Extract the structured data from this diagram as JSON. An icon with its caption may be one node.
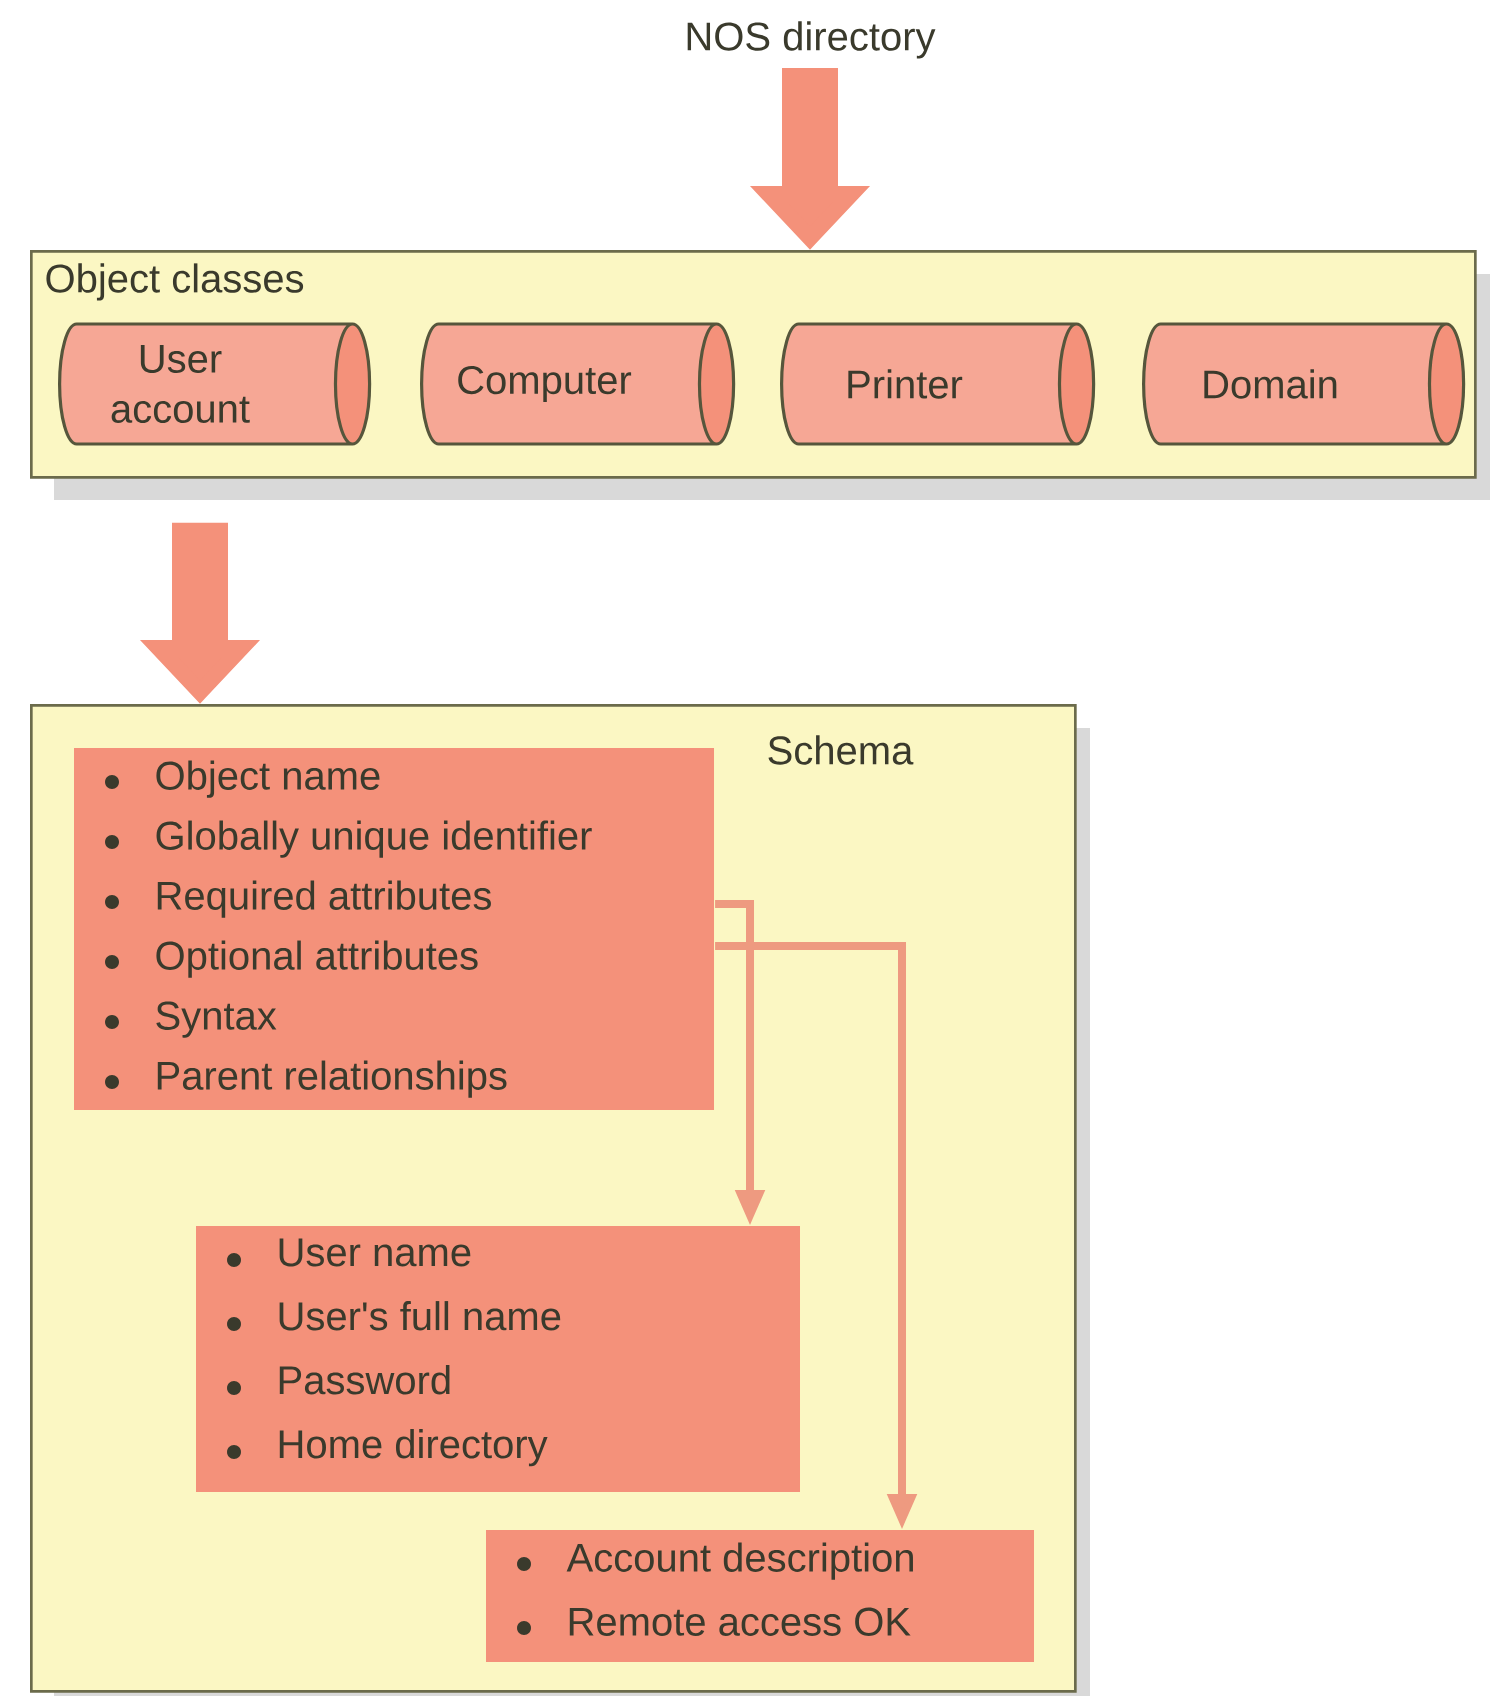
{
  "diagram": {
    "nodes": [
      {
        "text": [
          "NOS directory"
        ]
      },
      {
        "text": [
          "Object classes"
        ]
      },
      {
        "text": [
          "User account"
        ],
        "in": 1
      },
      {
        "text": [
          "Computer"
        ],
        "in": 1
      },
      {
        "text": [
          "Printer"
        ],
        "in": 1
      },
      {
        "text": [
          "Domain"
        ],
        "in": 1
      },
      {
        "text": [
          "Schema"
        ]
      },
      {
        "text": [
          "Object name",
          "Globally unique identifier",
          "Required attributes",
          "Optional attributes",
          "Syntax",
          "Parent relationships"
        ],
        "in": 6
      },
      {
        "text": [
          "User name",
          "User's full name",
          "Password",
          "Home directory"
        ],
        "in": 6
      },
      {
        "text": [
          "Account description",
          "Remote access OK"
        ],
        "in": 6
      }
    ],
    "edges": [
      {
        "from": 0,
        "to": 1,
        "arrow": "to",
        "style": "thick"
      },
      {
        "from": 1,
        "to": 6,
        "arrow": "to",
        "style": "thick"
      },
      {
        "from": 7,
        "to": 8,
        "arrow": "to"
      },
      {
        "from": 7,
        "to": 9,
        "arrow": "to"
      }
    ]
  }
}
